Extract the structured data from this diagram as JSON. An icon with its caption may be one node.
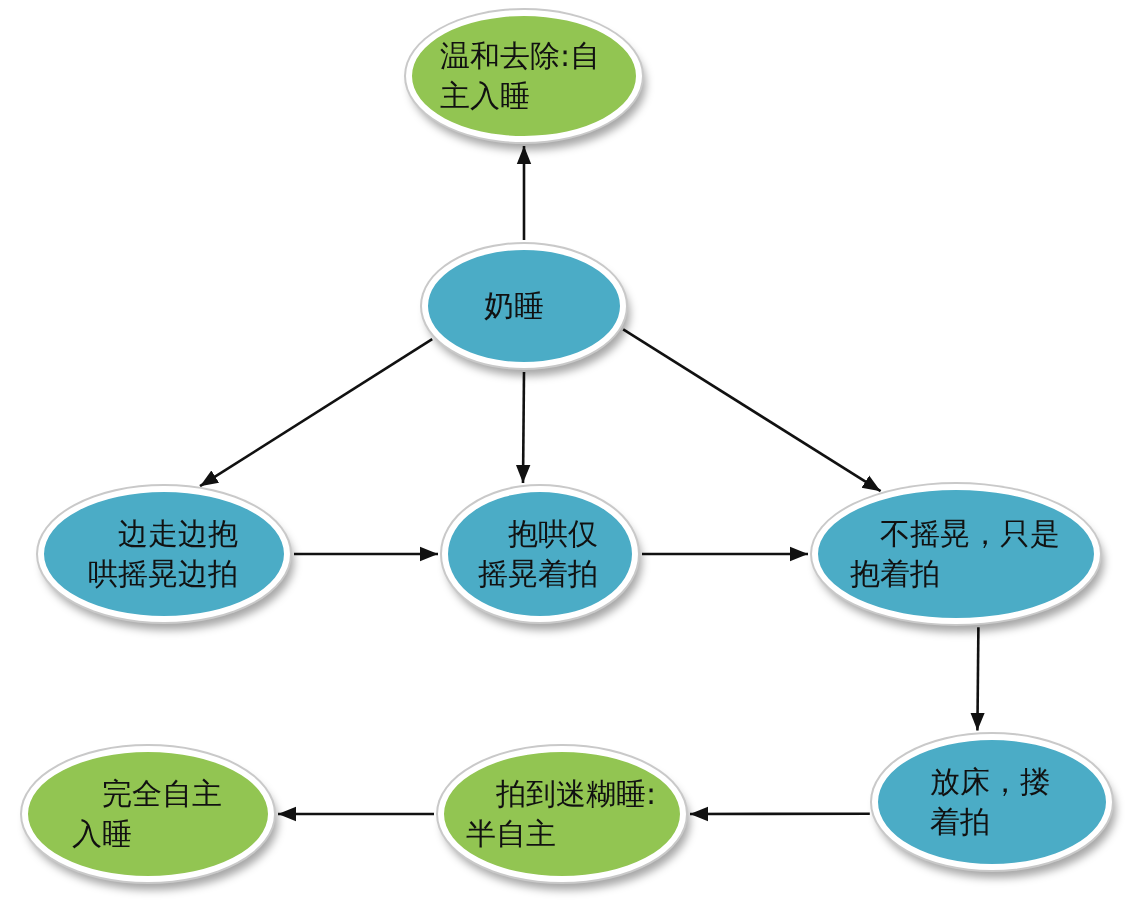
{
  "diagram": {
    "nodes": [
      {
        "text": [
          "温和去除:自主入睡"
        ]
      },
      {
        "text": [
          "奶睡"
        ]
      },
      {
        "text": [
          "边走边抱哄摇晃边拍"
        ]
      },
      {
        "text": [
          "抱哄仅摇晃着拍"
        ]
      },
      {
        "text": [
          "不摇晃，只是抱着拍"
        ]
      },
      {
        "text": [
          "放床，搂着拍"
        ]
      },
      {
        "text": [
          "拍到迷糊睡:半自主"
        ]
      },
      {
        "text": [
          "完全自主入睡"
        ]
      }
    ],
    "edges": [
      {
        "from": 1,
        "to": 0,
        "arrow": "to"
      },
      {
        "from": 1,
        "to": 2,
        "arrow": "to"
      },
      {
        "from": 1,
        "to": 3,
        "arrow": "to"
      },
      {
        "from": 1,
        "to": 4,
        "arrow": "to"
      },
      {
        "from": 2,
        "to": 3,
        "arrow": "to"
      },
      {
        "from": 3,
        "to": 4,
        "arrow": "to"
      },
      {
        "from": 4,
        "to": 5,
        "arrow": "to"
      },
      {
        "from": 5,
        "to": 6,
        "arrow": "to"
      },
      {
        "from": 6,
        "to": 7,
        "arrow": "to"
      }
    ]
  }
}
